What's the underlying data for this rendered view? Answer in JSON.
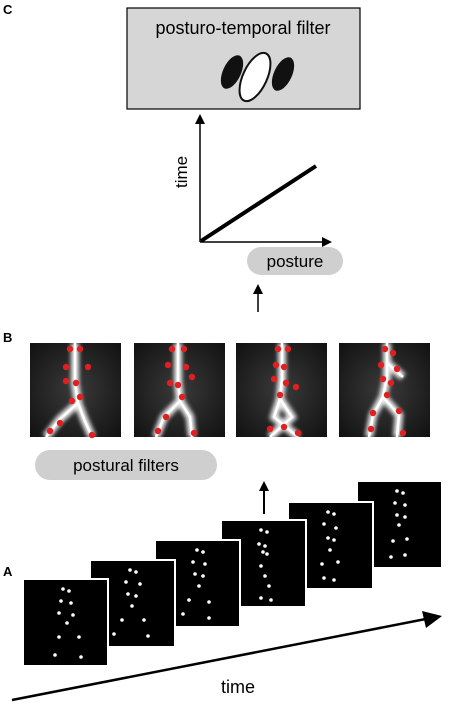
{
  "panels": {
    "c": {
      "letter": "C"
    },
    "b": {
      "letter": "B"
    },
    "a": {
      "letter": "A"
    }
  },
  "filter_box": {
    "title": "posturo-temporal filter"
  },
  "plot": {
    "y_axis_label": "time",
    "x_axis_label": "posture"
  },
  "postural": {
    "label": "postural filters"
  },
  "bottom_axis": {
    "label": "time"
  },
  "colors": {
    "box_fill": "#d6d6d6",
    "pill_fill": "#cfcfcf",
    "marker_red": "#e02020",
    "frame_black": "#000000"
  }
}
